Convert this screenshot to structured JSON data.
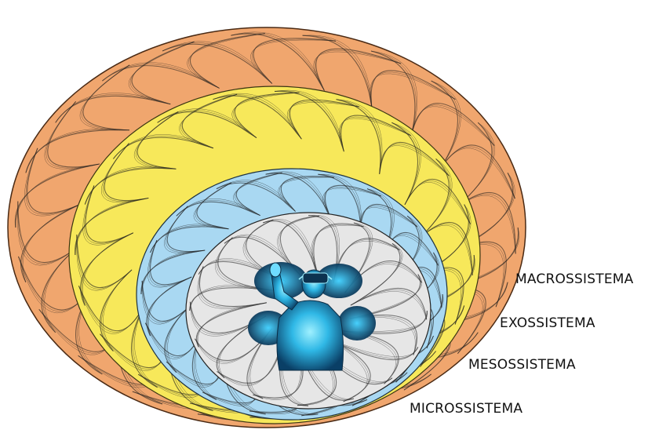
{
  "diagram": {
    "layers": [
      {
        "id": "macro",
        "label": "MACROSSISTEMA",
        "color": "#f0a66e"
      },
      {
        "id": "exo",
        "label": "EXOSSISTEMA",
        "color": "#f7e85a"
      },
      {
        "id": "meso",
        "label": "MESOSSISTEMA",
        "color": "#a9d8f2"
      },
      {
        "id": "micro",
        "label": "MICROSSISTEMA",
        "color": "#e6e6e6"
      }
    ],
    "center_figure": {
      "icon": "vr-headset-person-icon",
      "color": "#1aa6d6"
    },
    "pattern_color": "#1c1c1c"
  }
}
